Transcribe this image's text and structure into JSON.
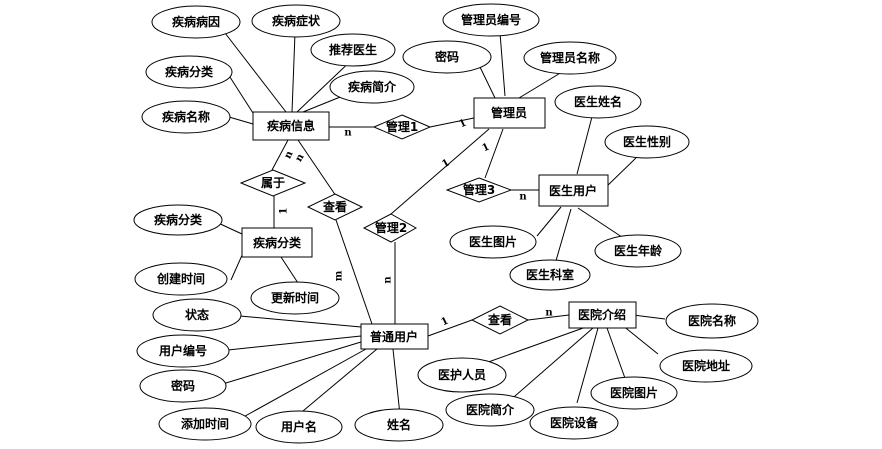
{
  "entities": {
    "disease_info": "疾病信息",
    "admin": "管理员",
    "doctor_user": "医生用户",
    "disease_category": "疾病分类",
    "normal_user": "普通用户",
    "hospital_intro": "医院介绍"
  },
  "relationships": {
    "manage1": "管理1",
    "manage2": "管理2",
    "manage3": "管理3",
    "belongs_to": "属于",
    "view_disease": "查看",
    "view_hospital": "查看"
  },
  "attributes": {
    "disease_cause": "疾病病因",
    "disease_symptom": "疾病症状",
    "recommended_doctor": "推荐医生",
    "disease_brief": "疾病简介",
    "disease_type": "疾病分类",
    "disease_name": "疾病名称",
    "admin_id": "管理员编号",
    "admin_password": "密码",
    "admin_name": "管理员名称",
    "doctor_name": "医生姓名",
    "doctor_gender": "医生性别",
    "doctor_photo": "医生图片",
    "doctor_age": "医生年龄",
    "doctor_dept": "医生科室",
    "category_name": "疾病分类",
    "created_time": "创建时间",
    "updated_time": "更新时间",
    "user_status": "状态",
    "user_id": "用户编号",
    "user_password": "密码",
    "added_time": "添加时间",
    "username": "用户名",
    "real_name": "姓名",
    "hospital_name": "医院名称",
    "hospital_address": "医院地址",
    "hospital_photo": "医院图片",
    "hospital_equipment": "医院设备",
    "hospital_brief": "医院简介",
    "medical_staff": "医护人员"
  },
  "cardinalities": {
    "m1_disease": "n",
    "m1_admin": "1",
    "m2_admin": "1",
    "m2_user": "n",
    "m3_admin": "1",
    "m3_doctor": "n",
    "belongs_disease": "n",
    "belongs_category": "1",
    "view_disease_side": "n",
    "view_user_side": "m",
    "viewh_user": "1",
    "viewh_hospital": "n"
  }
}
